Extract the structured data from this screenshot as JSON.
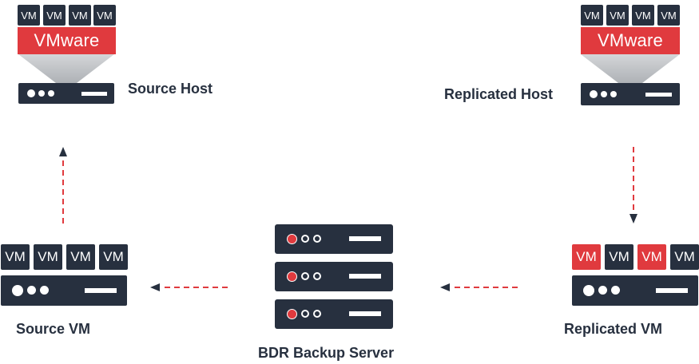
{
  "vm_label": "VM",
  "vmware_label": "VMware",
  "labels": {
    "source_host": "Source Host",
    "replicated_host": "Replicated Host",
    "source_vm": "Source VM",
    "replicated_vm": "Replicated VM",
    "bdr_server": "BDR Backup Server"
  },
  "colors": {
    "dark": "#27303f",
    "accent": "#e03a3e",
    "funnel": "#c6c9cc"
  }
}
